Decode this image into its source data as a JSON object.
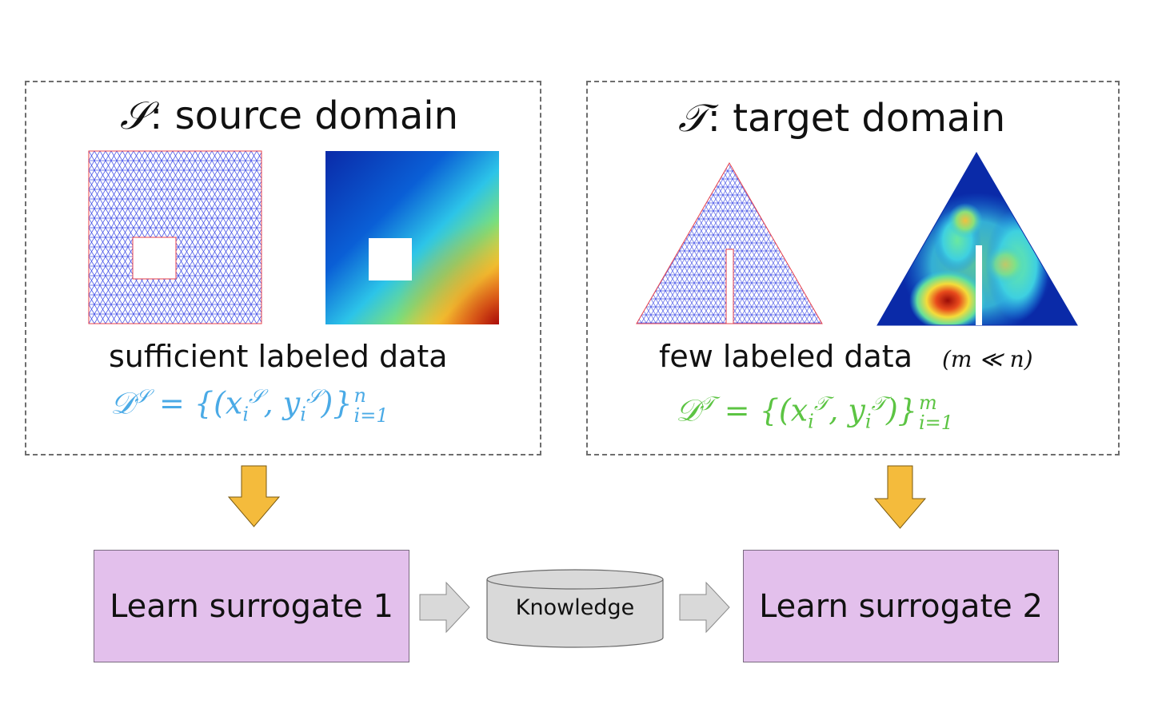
{
  "source_panel": {
    "symbol": "𝒮",
    "title": ": source domain",
    "caption": "sufficient labeled data",
    "formula": {
      "lhs": "𝒟",
      "lhs_sup": "𝒮",
      "body_start": " = {(x",
      "sub_i_1": "i",
      "sup_1": "𝒮",
      "body_mid": ", y",
      "sub_i_2": "i",
      "sup_2": "𝒮",
      "body_end": ")}",
      "upper": "n",
      "lower": "i=1"
    },
    "color": "#4aaae6"
  },
  "target_panel": {
    "symbol": "𝒯",
    "title": ": target domain",
    "caption": "few labeled data",
    "ratio": "(m ≪ n)",
    "formula": {
      "lhs": "𝒟",
      "lhs_sup": "𝒯",
      "body_start": " = {(x",
      "sub_i_1": "i",
      "sup_1": "𝒯",
      "body_mid": ", y",
      "sub_i_2": "i",
      "sup_2": "𝒯",
      "body_end": ")}",
      "upper": "m",
      "lower": "i=1"
    },
    "color": "#5cc443"
  },
  "flow": {
    "surrogate_1": "Learn surrogate 1",
    "knowledge": "Knowledge",
    "surrogate_2": "Learn surrogate 2"
  },
  "colors": {
    "down_arrow": "#f4bb3c",
    "flow_arrow": "#d9d9d9",
    "box_fill": "#e3c0ec",
    "mesh_line": "#4a57e8",
    "mesh_boundary": "#e8404a",
    "panel_border": "#6e6e6e"
  }
}
